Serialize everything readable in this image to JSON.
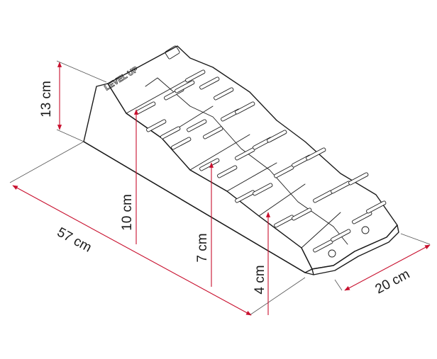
{
  "product": {
    "embossed_text": "LEVEL UP"
  },
  "dimensions": [
    {
      "id": "height-total",
      "label": "13 cm"
    },
    {
      "id": "length",
      "label": "57 cm"
    },
    {
      "id": "width",
      "label": "20 cm"
    },
    {
      "id": "step-high",
      "label": "10 cm"
    },
    {
      "id": "step-mid",
      "label": "7 cm"
    },
    {
      "id": "step-low",
      "label": "4 cm"
    }
  ],
  "colors": {
    "dimension_line": "#c8102e",
    "outline": "#1a1a1a",
    "background": "#ffffff"
  }
}
